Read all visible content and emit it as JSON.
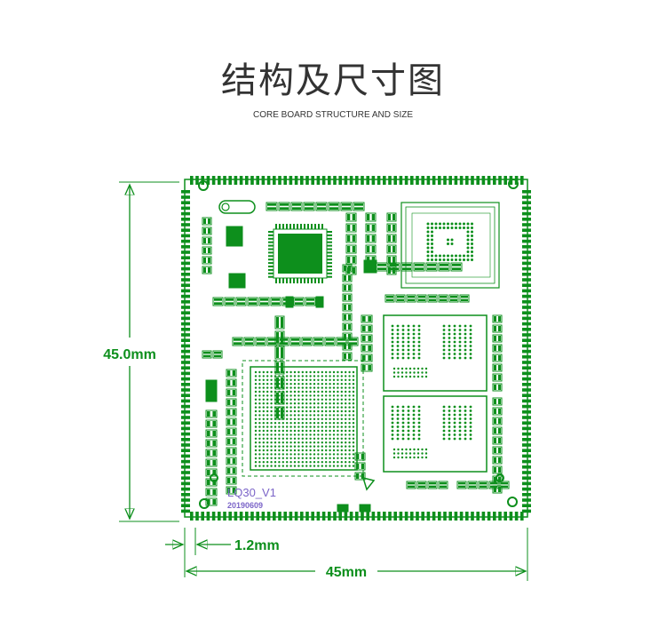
{
  "title": "结构及尺寸图",
  "subtitle": "CORE BOARD STRUCTURE AND SIZE",
  "dimensions": {
    "height": "45.0mm",
    "pin_pitch": "1.2mm",
    "width": "45mm"
  },
  "board": {
    "silk_label": "LQ30_V1",
    "silk_date": "20190609"
  },
  "colors": {
    "board_green": "#0d8f1c",
    "silk_purple": "#7b64c8",
    "dimension_green": "#0d8f1c"
  }
}
